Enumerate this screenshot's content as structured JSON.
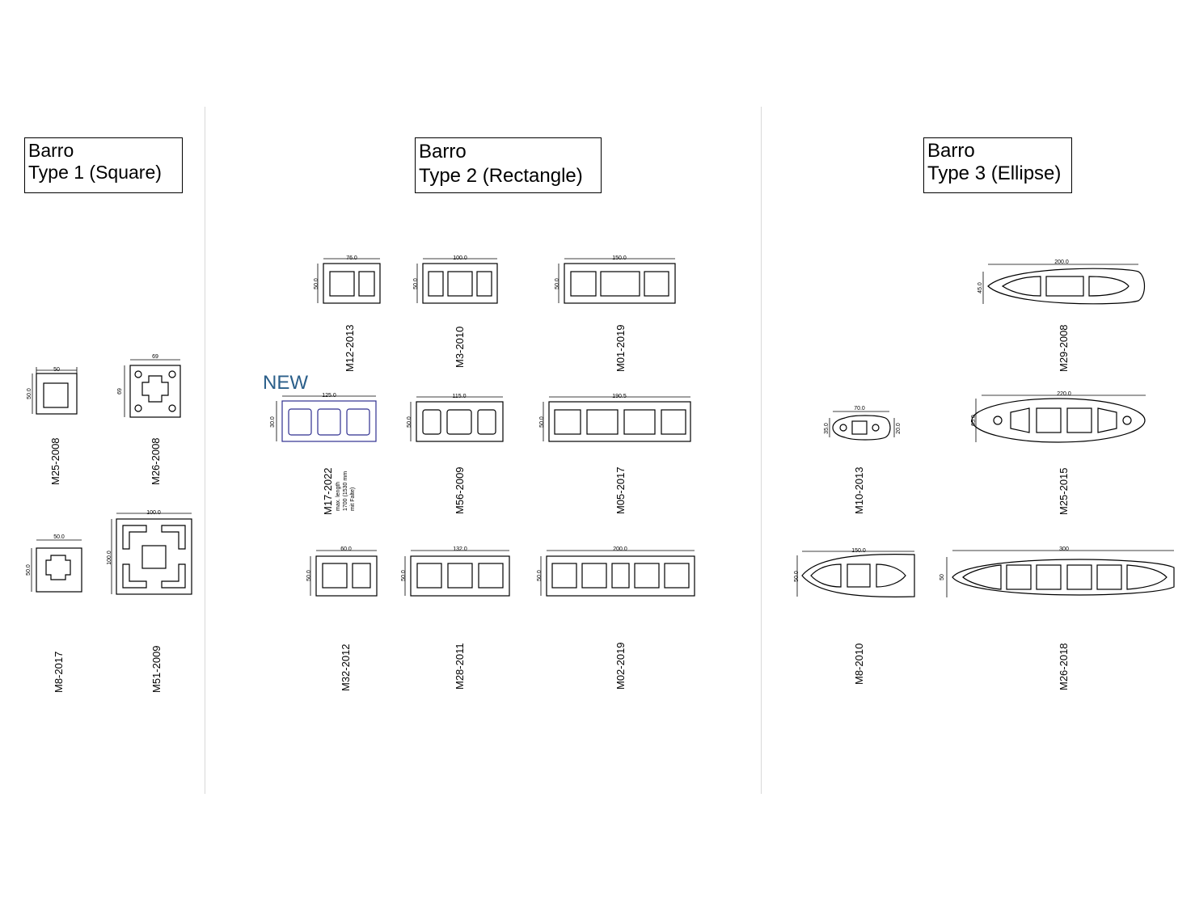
{
  "colors": {
    "line": "#000000",
    "new_profile": "#2e2e8f",
    "new_label": "#2b5f8a",
    "divider": "#d8d8d8"
  },
  "sections": {
    "type1": {
      "line1": "Barro",
      "line2": "Type 1 (Square)"
    },
    "type2": {
      "line1": "Barro",
      "line2": "Type 2 (Rectangle)"
    },
    "type3": {
      "line1": "Barro",
      "line2": "Type 3 (Ellipse)"
    }
  },
  "new_label": "NEW",
  "profiles": {
    "m25_2008": {
      "name": "M25-2008",
      "width": "50",
      "height": "50.0"
    },
    "m26_2008": {
      "name": "M26-2008",
      "width": "69",
      "height": "69"
    },
    "m8_2017": {
      "name": "M8-2017",
      "width": "50.0",
      "height": "50.0"
    },
    "m51_2009": {
      "name": "M51-2009",
      "width": "100.0",
      "height": "100.0"
    },
    "m12_2013": {
      "name": "M12-2013",
      "width": "76.0",
      "height": "50.0"
    },
    "m3_2010": {
      "name": "M3-2010",
      "width": "100.0",
      "height": "50.0"
    },
    "m01_2019": {
      "name": "M01-2019",
      "width": "150.0",
      "height": "50.0"
    },
    "m17_2022": {
      "name": "M17-2022",
      "width": "125.0",
      "height": "30.0",
      "note1": "max. length",
      "note2": "1700 (1530 mm",
      "note3": "mit Falte)"
    },
    "m56_2009": {
      "name": "M56-2009",
      "width": "115.0",
      "height": "50.0"
    },
    "m05_2017": {
      "name": "M05-2017",
      "width": "190.5",
      "height": "50.0"
    },
    "m32_2012": {
      "name": "M32-2012",
      "width": "60.0",
      "height": "50.0"
    },
    "m28_2011": {
      "name": "M28-2011",
      "width": "132.0",
      "height": "50.0"
    },
    "m02_2019": {
      "name": "M02-2019",
      "width": "200.0",
      "height": "50.0"
    },
    "m29_2008": {
      "name": "M29-2008",
      "width": "200.0",
      "height": "45.0"
    },
    "m10_2013": {
      "name": "M10-2013",
      "width": "70.0",
      "height": "35.0",
      "inner": "20.0"
    },
    "m25_2015": {
      "name": "M25-2015",
      "width": "220.0",
      "height": "65.0"
    },
    "m8_2010": {
      "name": "M8-2010",
      "width": "150.0",
      "height": "50.0"
    },
    "m26_2018": {
      "name": "M26-2018",
      "width": "300",
      "height": "50"
    }
  }
}
